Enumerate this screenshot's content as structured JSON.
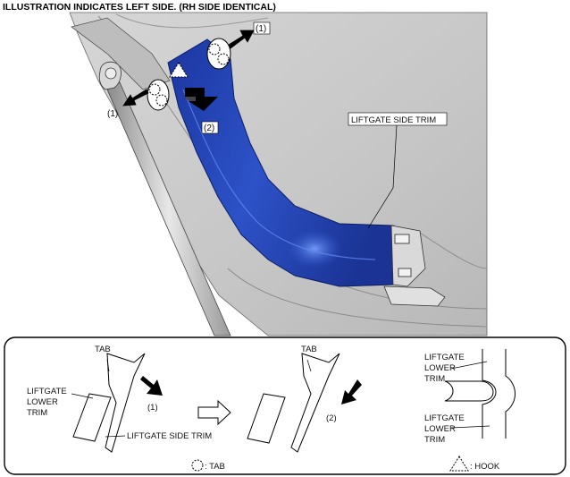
{
  "header": "ILLUSTRATION INDICATES LEFT SIDE. (RH SIDE IDENTICAL)",
  "main_view": {
    "callout_liftgate_side_trim": "LIFTGATE SIDE TRIM",
    "step_1_top": "(1)",
    "step_1_left": "(1)",
    "step_2": "(2)"
  },
  "detail_panel": {
    "left": {
      "tab": "TAB",
      "lower_trim": [
        "LIFTGATE",
        "LOWER",
        "TRIM"
      ],
      "side_trim": "LIFTGATE SIDE TRIM",
      "step": "(1)"
    },
    "middle": {
      "tab": "TAB",
      "step": "(2)"
    },
    "right": {
      "upper_label": [
        "LIFTGATE",
        "LOWER",
        "TRIM"
      ],
      "lower_label": [
        "LIFTGATE",
        "LOWER",
        "TRIM"
      ]
    },
    "legend": {
      "tab": ": TAB",
      "hook": ": HOOK"
    }
  },
  "colors": {
    "trim_blue": "#2346b8",
    "trim_blue_light": "#4a78e6",
    "gray_body": "#c9c9c9",
    "outline": "#000000"
  }
}
